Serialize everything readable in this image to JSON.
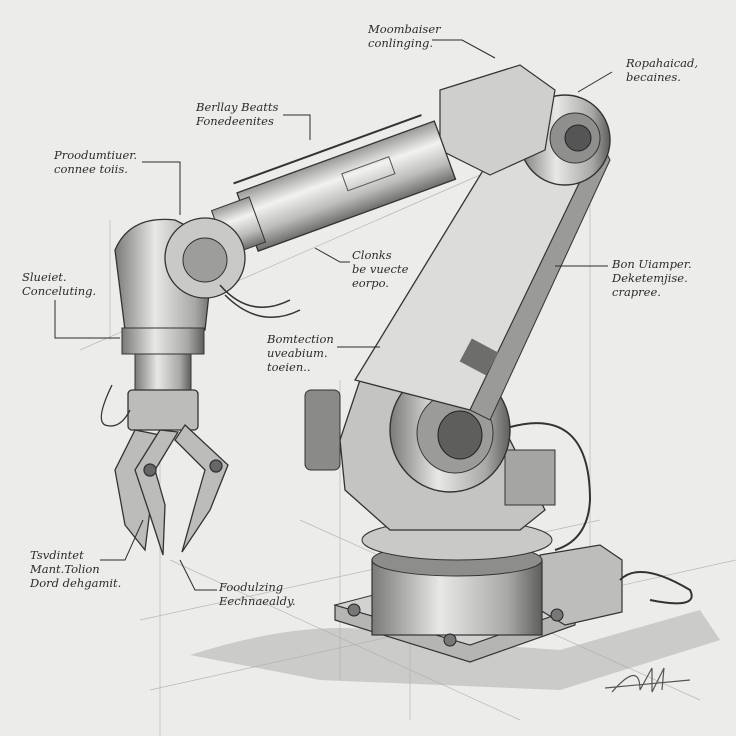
{
  "annotations": [
    {
      "id": "top-cabling",
      "lines": [
        "Moombaiser",
        "conlinging."
      ]
    },
    {
      "id": "elbow-joint",
      "lines": [
        "Ropahaicad,",
        "becaines."
      ]
    },
    {
      "id": "upper-fitting",
      "lines": [
        "Berllay Beatts",
        "Fonedeenites"
      ]
    },
    {
      "id": "wrist-connector",
      "lines": [
        "Proodumtiuer.",
        "connee toiis."
      ]
    },
    {
      "id": "wrist-rotation",
      "lines": [
        "Slueiet.",
        "Conceluting."
      ]
    },
    {
      "id": "cable-bundle",
      "lines": [
        "Clonks",
        "be vuecte",
        "eorpo."
      ]
    },
    {
      "id": "lower-arm",
      "lines": [
        "Bon Uiamper.",
        "Deketemjise.",
        "crapree."
      ]
    },
    {
      "id": "shoulder-protection",
      "lines": [
        "Bomtection",
        "uveabium.",
        "toeien.."
      ]
    },
    {
      "id": "gripper-fingers",
      "lines": [
        "Tsvdintet",
        "Mant.Tolion",
        "Dord dehgamit."
      ]
    },
    {
      "id": "gripper-tips",
      "lines": [
        "Foodulzing",
        "Eechnaealdy."
      ]
    }
  ],
  "signature": "AHH",
  "colors": {
    "paper": "#ececeb",
    "graphite": "#2b2b2b",
    "shade": "#8a8a88",
    "light": "#d6d6d4"
  }
}
